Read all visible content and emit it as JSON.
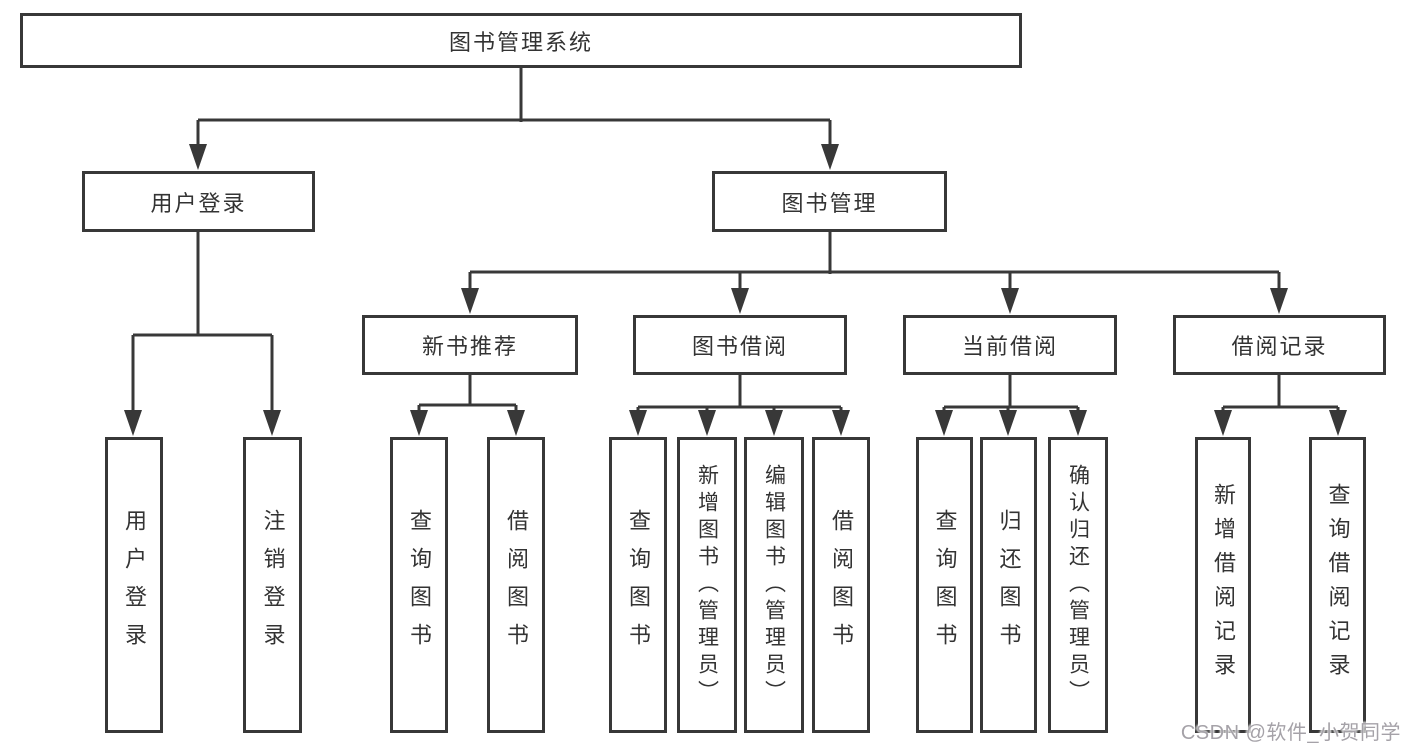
{
  "diagram": {
    "title": "图书管理系统",
    "branches": [
      {
        "label": "用户登录",
        "leaves": [
          {
            "label": "用户登录"
          },
          {
            "label": "注销登录"
          }
        ]
      },
      {
        "label": "图书管理",
        "groups": [
          {
            "label": "新书推荐",
            "leaves": [
              {
                "label": "查询图书"
              },
              {
                "label": "借阅图书"
              }
            ]
          },
          {
            "label": "图书借阅",
            "leaves": [
              {
                "label": "查询图书"
              },
              {
                "label": "新增图书（管理员）"
              },
              {
                "label": "编辑图书（管理员）"
              },
              {
                "label": "借阅图书"
              }
            ]
          },
          {
            "label": "当前借阅",
            "leaves": [
              {
                "label": "查询图书"
              },
              {
                "label": "归还图书"
              },
              {
                "label": "确认归还（管理员）"
              }
            ]
          },
          {
            "label": "借阅记录",
            "leaves": [
              {
                "label": "新增借阅记录"
              },
              {
                "label": "查询借阅记录"
              }
            ]
          }
        ]
      }
    ]
  },
  "watermark": {
    "text": "CSDN @软件_小贺同学"
  },
  "colors": {
    "line": "#383838",
    "text": "#333333",
    "box_background": "#ffffff",
    "watermark": "#a5a2a8"
  }
}
